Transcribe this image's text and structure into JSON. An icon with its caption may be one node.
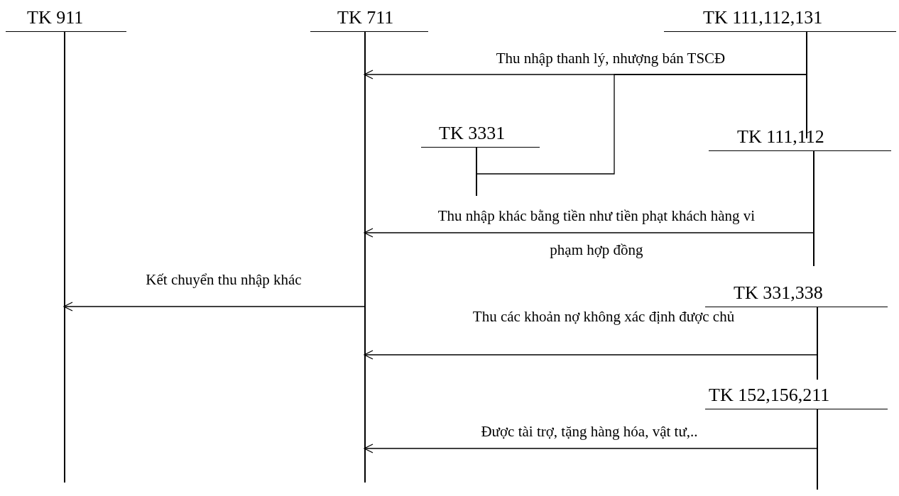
{
  "diagram": {
    "nodes": [
      {
        "text": [
          "TK 911"
        ]
      },
      {
        "text": [
          "TK 711"
        ]
      },
      {
        "text": [
          "TK 111,112,131"
        ]
      },
      {
        "text": [
          "TK 3331"
        ]
      },
      {
        "text": [
          "TK 111,112"
        ]
      },
      {
        "text": [
          "TK 331,338"
        ]
      },
      {
        "text": [
          "TK 152,156,211"
        ]
      }
    ],
    "edges": [
      {
        "from": 2,
        "to": 1,
        "arrow": "to",
        "label": "Thu nhập thanh lý, nhượng bán TSCĐ"
      },
      {
        "from": 2,
        "to": 3,
        "arrow": "none"
      },
      {
        "from": 4,
        "to": 1,
        "arrow": "to",
        "label": "Thu nhập khác bằng tiền như tiền phạt khách hàng vi phạm hợp đồng"
      },
      {
        "from": 1,
        "to": 0,
        "arrow": "to",
        "label": "Kết chuyển thu nhập khác"
      },
      {
        "from": 5,
        "to": 1,
        "arrow": "to",
        "label": "Thu các khoản nợ không xác định được chủ"
      },
      {
        "from": 6,
        "to": 1,
        "arrow": "to",
        "label": "Được tài trợ, tặng hàng hóa, vật tư,.."
      }
    ]
  }
}
